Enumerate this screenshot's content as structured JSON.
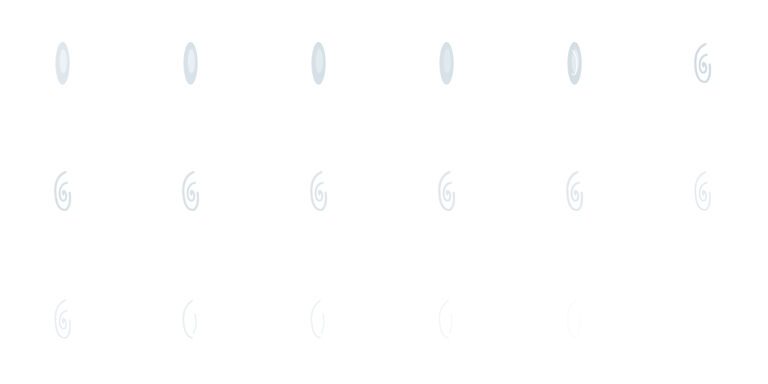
{
  "sprite_sheet": {
    "columns": 6,
    "rows": 3,
    "frame_count": 17,
    "frames": [
      {
        "kind": "disc",
        "tint": "#dfe7ed",
        "highlight": "#f2f6f8",
        "opacity": 1.0
      },
      {
        "kind": "disc",
        "tint": "#d8e2e9",
        "highlight": "#eef3f6",
        "opacity": 1.0
      },
      {
        "kind": "disc",
        "tint": "#d6e0e7",
        "highlight": "#e6edf1",
        "opacity": 1.0
      },
      {
        "kind": "disc",
        "tint": "#d7e1e8",
        "highlight": "#e4ebf0",
        "opacity": 1.0
      },
      {
        "kind": "disc-swirl",
        "tint": "#d4dee5",
        "highlight": "#e8eef2",
        "opacity": 1.0
      },
      {
        "kind": "swirl",
        "tint": "#cfdbe3",
        "highlight": "#ffffff",
        "opacity": 0.95
      },
      {
        "kind": "swirl",
        "tint": "#d3dee6",
        "highlight": "#ffffff",
        "opacity": 0.9
      },
      {
        "kind": "swirl",
        "tint": "#d3dee6",
        "highlight": "#ffffff",
        "opacity": 0.85
      },
      {
        "kind": "swirl",
        "tint": "#d5e0e7",
        "highlight": "#ffffff",
        "opacity": 0.8
      },
      {
        "kind": "swirl",
        "tint": "#d6e0e7",
        "highlight": "#ffffff",
        "opacity": 0.75
      },
      {
        "kind": "swirl",
        "tint": "#d6e0e7",
        "highlight": "#ffffff",
        "opacity": 0.7
      },
      {
        "kind": "swirl-thin",
        "tint": "#d8e2e9",
        "highlight": "#ffffff",
        "opacity": 0.65
      },
      {
        "kind": "swirl-thin",
        "tint": "#d9e3ea",
        "highlight": "#ffffff",
        "opacity": 0.6
      },
      {
        "kind": "arc",
        "tint": "#dae3ea",
        "highlight": "#ffffff",
        "opacity": 0.55
      },
      {
        "kind": "arc",
        "tint": "#dde6ec",
        "highlight": "#ffffff",
        "opacity": 0.45
      },
      {
        "kind": "arc",
        "tint": "#e2e9ee",
        "highlight": "#ffffff",
        "opacity": 0.35
      },
      {
        "kind": "arc",
        "tint": "#eef2f5",
        "highlight": "#ffffff",
        "opacity": 0.25
      }
    ]
  }
}
